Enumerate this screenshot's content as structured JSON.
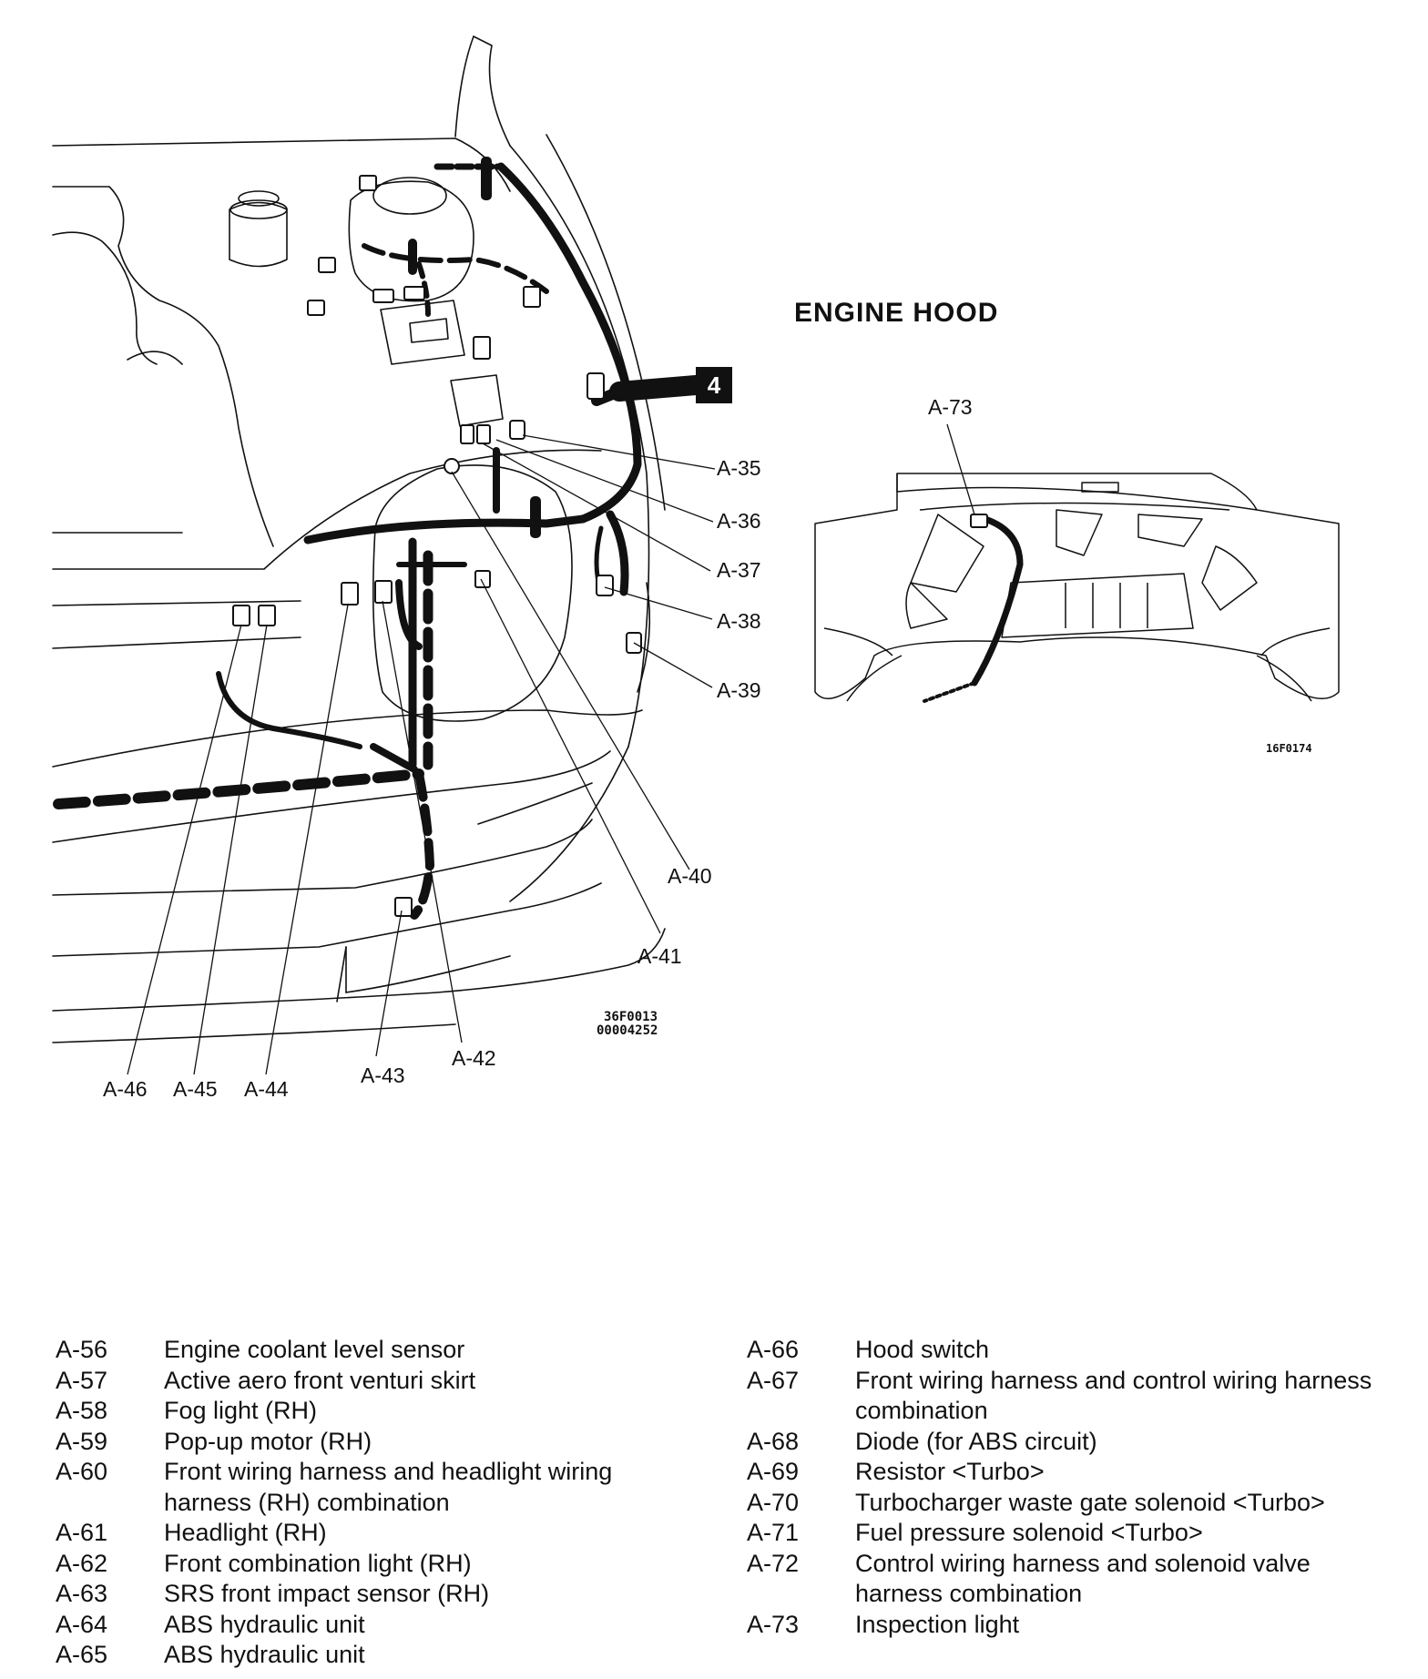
{
  "engine_hood": {
    "heading": "ENGINE HOOD",
    "connector_label": "A-73",
    "figure_code": "16F0174"
  },
  "main_diagram": {
    "section_badge": "4",
    "figure_code_line1": "36F0013",
    "figure_code_line2": "00004252",
    "callouts": {
      "a35": "A-35",
      "a36": "A-36",
      "a37": "A-37",
      "a38": "A-38",
      "a39": "A-39",
      "a40": "A-40",
      "a41": "A-41",
      "a42": "A-42",
      "a43": "A-43",
      "a44": "A-44",
      "a45": "A-45",
      "a46": "A-46"
    }
  },
  "legend": {
    "left": [
      {
        "code": "A-56",
        "lines": [
          "Engine coolant level sensor"
        ]
      },
      {
        "code": "A-57",
        "lines": [
          "Active aero front venturi skirt"
        ]
      },
      {
        "code": "A-58",
        "lines": [
          "Fog light (RH)"
        ]
      },
      {
        "code": "A-59",
        "lines": [
          "Pop-up motor (RH)"
        ]
      },
      {
        "code": "A-60",
        "lines": [
          "Front wiring harness and headlight wiring",
          "harness (RH) combination"
        ]
      },
      {
        "code": "A-61",
        "lines": [
          "Headlight (RH)"
        ]
      },
      {
        "code": "A-62",
        "lines": [
          "Front combination light (RH)"
        ]
      },
      {
        "code": "A-63",
        "lines": [
          "SRS front impact sensor (RH)"
        ]
      },
      {
        "code": "A-64",
        "lines": [
          "ABS hydraulic unit"
        ]
      },
      {
        "code": "A-65",
        "lines": [
          "ABS hydraulic unit"
        ]
      }
    ],
    "right": [
      {
        "code": "A-66",
        "lines": [
          "Hood switch"
        ]
      },
      {
        "code": "A-67",
        "lines": [
          "Front wiring harness and control wiring harness",
          "combination"
        ]
      },
      {
        "code": "A-68",
        "lines": [
          "Diode (for ABS circuit)"
        ]
      },
      {
        "code": "A-69",
        "lines": [
          "Resistor <Turbo>"
        ]
      },
      {
        "code": "A-70",
        "lines": [
          "Turbocharger waste gate solenoid <Turbo>"
        ]
      },
      {
        "code": "A-71",
        "lines": [
          "Fuel pressure solenoid <Turbo>"
        ]
      },
      {
        "code": "A-72",
        "lines": [
          "Control wiring harness and solenoid valve",
          "harness combination"
        ]
      },
      {
        "code": "A-73",
        "lines": [
          "Inspection light"
        ]
      }
    ]
  }
}
